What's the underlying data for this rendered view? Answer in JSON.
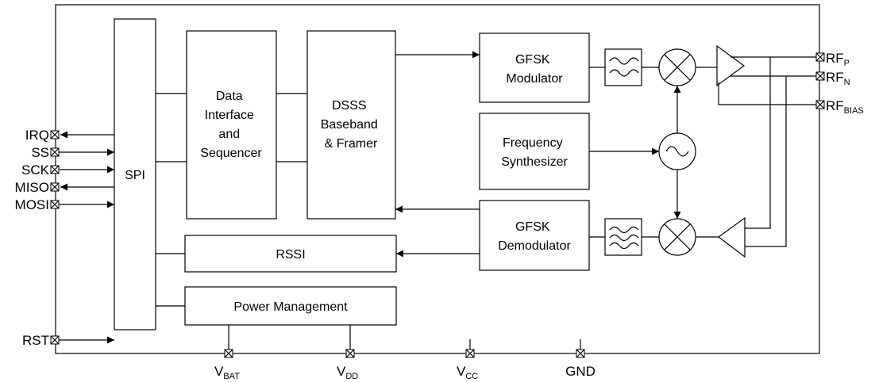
{
  "blocks": {
    "spi": "SPI",
    "data_interface": [
      "Data",
      "Interface",
      "and",
      "Sequencer"
    ],
    "dsss": [
      "DSSS",
      "Baseband",
      "& Framer"
    ],
    "gfsk_mod": [
      "GFSK",
      "Modulator"
    ],
    "freq_synth": [
      "Frequency",
      "Synthesizer"
    ],
    "gfsk_demod": [
      "GFSK",
      "Demodulator"
    ],
    "rssi": "RSSI",
    "power": "Power Management"
  },
  "left_pins": {
    "irq": "IRQ",
    "ss": "SS",
    "sck": "SCK",
    "miso": "MISO",
    "mosi": "MOSI",
    "rst": "RST"
  },
  "rf_pins": {
    "rfp": {
      "main": "RF",
      "sub": "P"
    },
    "rfn": {
      "main": "RF",
      "sub": "N"
    },
    "rfbias": {
      "main": "RF",
      "sub": "BIAS"
    }
  },
  "bottom_pins": {
    "vbat": {
      "main": "V",
      "sub": "BAT"
    },
    "vdd": {
      "main": "V",
      "sub": "DD"
    },
    "vcc": {
      "main": "V",
      "sub": "CC"
    },
    "gnd": {
      "main": "GND",
      "sub": ""
    }
  }
}
